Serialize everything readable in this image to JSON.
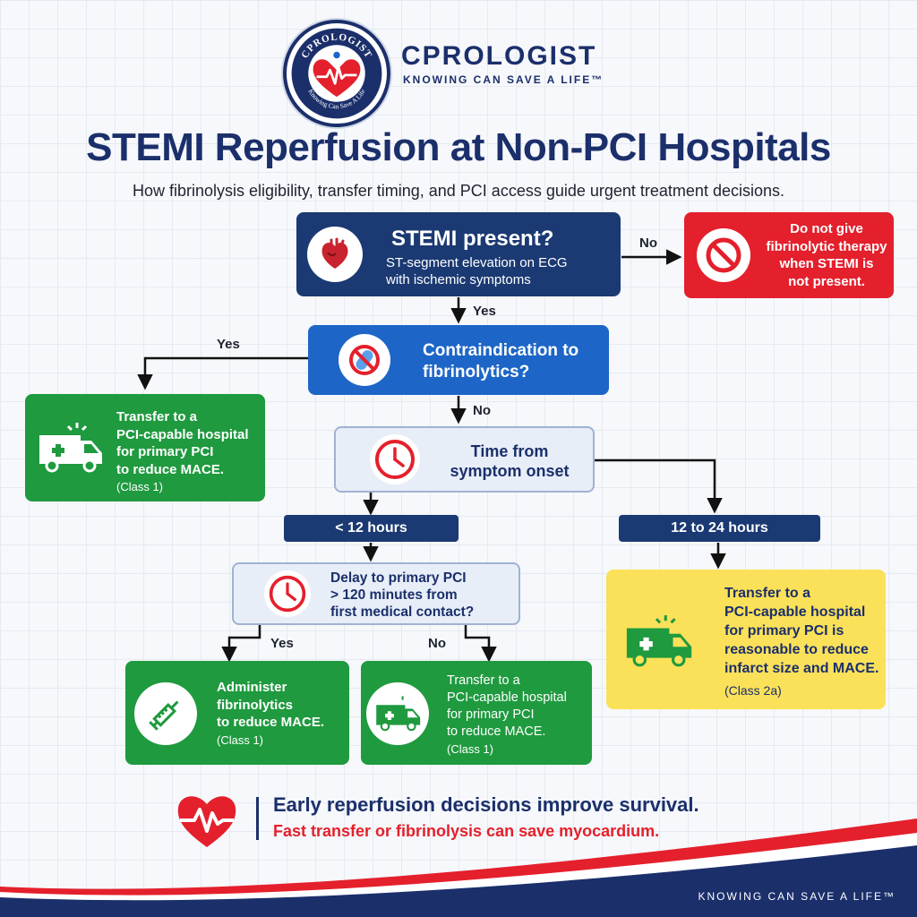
{
  "brand": {
    "name": "CPROLOGIST",
    "tagline": "KNOWING CAN SAVE A LIFE™",
    "badge_top": "CPROLOGIST",
    "badge_bottom": "Knowing Can Save A Life"
  },
  "title": "STEMI Reperfusion at Non-PCI Hospitals",
  "subtitle": "How fibrinolysis eligibility, transfer timing, and PCI access guide urgent treatment decisions.",
  "nodes": {
    "stemi": {
      "title": "STEMI present?",
      "detail_1": "ST-segment elevation on ECG",
      "detail_2": "with ischemic symptoms",
      "icon": "heart-icon"
    },
    "no_stemi": {
      "lines": [
        "Do not give",
        "fibrinolytic therapy",
        "when STEMI is",
        "not present."
      ],
      "icon": "prohibition-icon"
    },
    "contra": {
      "lines": [
        "Contraindication to",
        "fibrinolytics?"
      ],
      "icon": "no-drug-icon"
    },
    "transfer_contra": {
      "lines": [
        "Transfer to a",
        "PCI-capable hospital",
        "for primary PCI",
        "to reduce MACE."
      ],
      "class": "(Class 1)",
      "icon": "ambulance-icon"
    },
    "time": {
      "lines": [
        "Time from",
        "symptom onset"
      ],
      "icon": "clock-icon"
    },
    "under_12": "< 12 hours",
    "h12_24": "12 to 24 hours",
    "delay": {
      "lines": [
        "Delay to primary PCI",
        "> 120 minutes from",
        "first medical contact?"
      ],
      "icon": "clock-icon"
    },
    "fibrinolytics": {
      "lines": [
        "Administer",
        "fibrinolytics",
        "to reduce MACE."
      ],
      "class": "(Class 1)",
      "icon": "syringe-icon"
    },
    "transfer_pci": {
      "lines": [
        "Transfer to a",
        "PCI-capable hospital",
        "for primary PCI",
        "to reduce MACE."
      ],
      "class": "(Class 1)",
      "icon": "ambulance-icon"
    },
    "transfer_late": {
      "lines": [
        "Transfer to a",
        "PCI-capable hospital",
        "for primary PCI is",
        "reasonable to reduce",
        "infarct size and MACE."
      ],
      "class": "(Class 2a)",
      "icon": "ambulance-icon"
    }
  },
  "edge_labels": {
    "stemi_no": "No",
    "stemi_yes": "Yes",
    "contra_yes": "Yes",
    "contra_no": "No",
    "delay_yes": "Yes",
    "delay_no": "No"
  },
  "footer": {
    "line1": "Early reperfusion decisions improve survival.",
    "line2": "Fast transfer or fibrinolysis can save myocardium.",
    "tagline": "KNOWING CAN SAVE A LIFE™"
  },
  "colors": {
    "navy": "#1b3a73",
    "blue": "#1d66c7",
    "red": "#e4202c",
    "green": "#1f9a3f",
    "yellow": "#fbe159",
    "light": "#e8eef8"
  }
}
